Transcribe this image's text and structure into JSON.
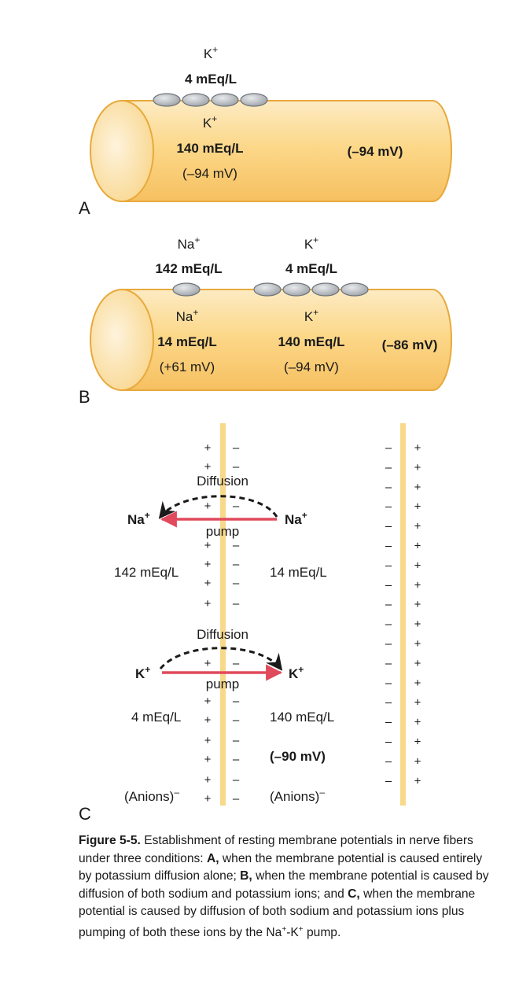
{
  "panel_a": {
    "letter": "A",
    "outside_ion": "K",
    "outside_conc": "4 mEq/L",
    "inside_ion": "K",
    "inside_conc": "140 mEq/L",
    "inside_potential": "(–94 mV)",
    "membrane_potential": "(–94 mV)"
  },
  "panel_b": {
    "letter": "B",
    "outside_na_ion": "Na",
    "outside_na_conc": "142 mEq/L",
    "outside_k_ion": "K",
    "outside_k_conc": "4 mEq/L",
    "inside_na_ion": "Na",
    "inside_na_conc": "14 mEq/L",
    "inside_na_potential": "(+61 mV)",
    "inside_k_ion": "K",
    "inside_k_conc": "140 mEq/L",
    "inside_k_potential": "(–94 mV)",
    "membrane_potential": "(–86 mV)"
  },
  "panel_c": {
    "letter": "C",
    "na_diffusion_label": "Diffusion",
    "na_pump_label": "pump",
    "na_left_ion": "Na",
    "na_right_ion": "Na",
    "na_outside_conc": "142 mEq/L",
    "na_inside_conc": "14 mEq/L",
    "k_diffusion_label": "Diffusion",
    "k_pump_label": "pump",
    "k_left_ion": "K",
    "k_right_ion": "K",
    "k_outside_conc": "4 mEq/L",
    "k_inside_conc": "140 mEq/L",
    "membrane_potential": "(–90 mV)",
    "outside_anions": "(Anions)",
    "inside_anions": "(Anions)",
    "plus": "+",
    "minus": "–",
    "charge_superscript": "+"
  },
  "caption": {
    "label": "Figure 5-5.",
    "text1": " Establishment of resting membrane potentials in nerve fibers under three conditions: ",
    "a": "A,",
    "text2": " when the membrane potential is caused entirely by potassium diffusion alone; ",
    "b": "B,",
    "text3": " when the membrane potential is caused by diffusion of both sodium and potassium ions; and ",
    "c": "C,",
    "text4": " when the membrane potential is caused by diffusion of both sodium and potassium ions plus pumping of both these ions by the ",
    "pump_na": "Na",
    "pump_dash": "-",
    "pump_k": "K",
    "pump_end": " pump."
  },
  "colors": {
    "fiber_light": "#fde6b2",
    "fiber_mid": "#fbcf75",
    "fiber_stroke": "#e8a93c",
    "channel": "#b8bcc0",
    "membrane_line": "#f8d88a",
    "pump_arrow": "#e04a5c"
  }
}
